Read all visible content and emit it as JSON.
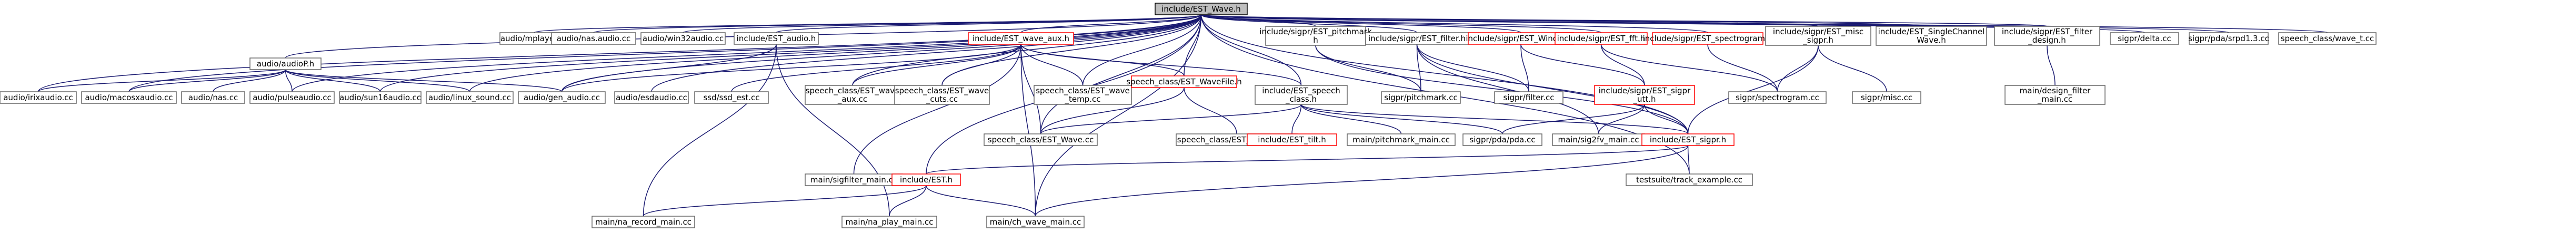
{
  "graph": {
    "root": "include/EST_Wave.h",
    "edge_color": "#191970",
    "node_border": "#666666",
    "root_fill": "#bfbfbf",
    "highlight_border": "#ff0000",
    "nodes": [
      {
        "id": "root",
        "lines": [
          "include/EST_Wave.h"
        ],
        "style": "root"
      },
      {
        "id": "audio_h",
        "lines": [
          "audio/audioP.h"
        ]
      },
      {
        "id": "mplayer",
        "lines": [
          "audio/mplayer.cc"
        ]
      },
      {
        "id": "nasaudio",
        "lines": [
          "audio/nas.audio.cc"
        ]
      },
      {
        "id": "win32audio",
        "lines": [
          "audio/win32audio.cc"
        ]
      },
      {
        "id": "est_audio_h",
        "lines": [
          "include/EST_audio.h"
        ]
      },
      {
        "id": "wave_aux_h",
        "lines": [
          "include/EST_wave_aux.h"
        ],
        "style": "red"
      },
      {
        "id": "sigpr_pitchmark",
        "lines": [
          "include/sigpr/EST_pitchmark",
          "h"
        ]
      },
      {
        "id": "sigpr_filter",
        "lines": [
          "include/sigpr/EST_filter.h"
        ]
      },
      {
        "id": "sigpr_window",
        "lines": [
          "include/sigpr/EST_Window.h"
        ],
        "style": "red"
      },
      {
        "id": "sigpr_fft",
        "lines": [
          "include/sigpr/EST_fft.h"
        ],
        "style": "red"
      },
      {
        "id": "sigpr_spectrogram",
        "lines": [
          "include/sigpr/EST_spectrogram.h"
        ],
        "style": "red"
      },
      {
        "id": "sigpr_misc",
        "lines": [
          "include/sigpr/EST_misc",
          "_sigpr.h"
        ]
      },
      {
        "id": "single_channel",
        "lines": [
          "include/EST_SingleChannel",
          "Wave.h"
        ]
      },
      {
        "id": "filter_design_h",
        "lines": [
          "include/sigpr/EST_filter",
          "_design.h"
        ]
      },
      {
        "id": "sigpr_delta",
        "lines": [
          "sigpr/delta.cc"
        ]
      },
      {
        "id": "sigpr_pda",
        "lines": [
          "sigpr/pda/srpd1.3.cc"
        ]
      },
      {
        "id": "wave_io",
        "lines": [
          "speech_class/wave_t.cc"
        ]
      },
      {
        "id": "irixaudio",
        "lines": [
          "audio/irixaudio.cc"
        ]
      },
      {
        "id": "macosxaudio",
        "lines": [
          "audio/macosxaudio.cc"
        ]
      },
      {
        "id": "nas_cc",
        "lines": [
          "audio/nas.cc"
        ]
      },
      {
        "id": "pulseaudio",
        "lines": [
          "audio/pulseaudio.cc"
        ]
      },
      {
        "id": "sun16audio",
        "lines": [
          "audio/sun16audio.cc"
        ]
      },
      {
        "id": "linux_sound",
        "lines": [
          "audio/linux_sound.cc"
        ]
      },
      {
        "id": "gen_audio",
        "lines": [
          "audio/gen_audio.cc"
        ]
      },
      {
        "id": "esd",
        "lines": [
          "audio/esdaudio.cc"
        ]
      },
      {
        "id": "ssd",
        "lines": [
          "ssd/ssd_est.cc"
        ]
      },
      {
        "id": "wave_aux_cc",
        "lines": [
          "speech_class/EST_wave",
          "_aux.cc"
        ]
      },
      {
        "id": "wave_cuts",
        "lines": [
          "speech_class/EST_wave",
          "_cuts.cc"
        ]
      },
      {
        "id": "wave_temp",
        "lines": [
          "speech_class/EST_wave",
          "_temp.cc"
        ]
      },
      {
        "id": "wavefile_h",
        "lines": [
          "speech_class/EST_WaveFile.h"
        ],
        "style": "red"
      },
      {
        "id": "speech_class_h",
        "lines": [
          "include/EST_speech",
          "_class.h"
        ]
      },
      {
        "id": "pitchmark_cc",
        "lines": [
          "sigpr/pitchmark.cc"
        ]
      },
      {
        "id": "filter_cc",
        "lines": [
          "sigpr/filter.cc"
        ]
      },
      {
        "id": "sigpr_h",
        "lines": [
          "include/sigpr/EST_sigpr",
          "_utt.h"
        ],
        "style": "red"
      },
      {
        "id": "spectrogram_cc",
        "lines": [
          "sigpr/spectrogram.cc"
        ]
      },
      {
        "id": "misc_cc",
        "lines": [
          "sigpr/misc.cc"
        ]
      },
      {
        "id": "filter_design_main",
        "lines": [
          "main/design_filter",
          "_main.cc"
        ]
      },
      {
        "id": "wave_cc",
        "lines": [
          "speech_class/EST_Wave.cc"
        ]
      },
      {
        "id": "wavefile_cc",
        "lines": [
          "speech_class/EST_WaveFile.cc"
        ]
      },
      {
        "id": "est_tilt",
        "lines": [
          "include/EST_tilt.h"
        ],
        "style": "red"
      },
      {
        "id": "pitchmark_main",
        "lines": [
          "main/pitchmark_main.cc"
        ]
      },
      {
        "id": "sigpr_pda_cc",
        "lines": [
          "sigpr/pda/pda.cc"
        ]
      },
      {
        "id": "sig2fv_main",
        "lines": [
          "main/sig2fv_main.cc"
        ]
      },
      {
        "id": "est_sigpr_h",
        "lines": [
          "include/EST_sigpr.h"
        ],
        "style": "red"
      },
      {
        "id": "sigfilter_main",
        "lines": [
          "main/sigfilter_main.cc"
        ]
      },
      {
        "id": "est_h",
        "lines": [
          "include/EST.h"
        ],
        "style": "red"
      },
      {
        "id": "track_example",
        "lines": [
          "testsuite/track_example.cc"
        ]
      },
      {
        "id": "na_record",
        "lines": [
          "main/na_record_main.cc"
        ]
      },
      {
        "id": "na_play",
        "lines": [
          "main/na_play_main.cc"
        ]
      },
      {
        "id": "ch_wave",
        "lines": [
          "main/ch_wave_main.cc"
        ]
      }
    ]
  }
}
